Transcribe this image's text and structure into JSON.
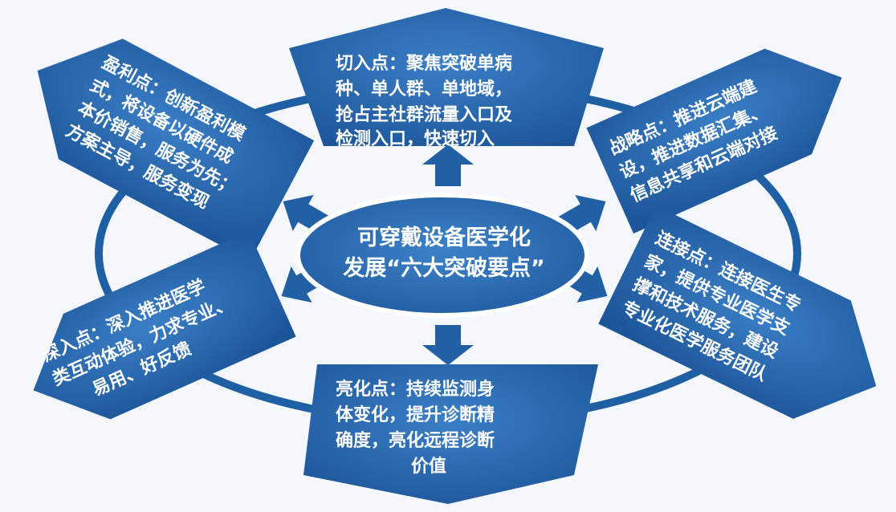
{
  "diagram": {
    "center": {
      "line1": "可穿戴设备医学化",
      "line2": "发展“六大突破要点”"
    },
    "points": {
      "top": {
        "lines": [
          "切入点：聚焦突破单病",
          "种、单人群、单地域，",
          "抢占主社群流量入口及",
          "检测入口，快速切入"
        ]
      },
      "top_right": {
        "lines": [
          "战略点：推进云端建",
          "设，推进数据汇集、",
          "信息共享和云端对接"
        ]
      },
      "bottom_right": {
        "lines": [
          "连接点：连接医生专",
          "家，提供专业医学支",
          "撑和技术服务，建设",
          "专业化医学服务团队"
        ]
      },
      "bottom": {
        "lines": [
          "亮化点：持续监测身",
          "体变化，提升诊断精",
          "确度，亮化远程诊断",
          "价值"
        ]
      },
      "bottom_left": {
        "lines": [
          "深入点：深入推进医学",
          "类互动体验，力求专业、",
          "易用、好反馈"
        ]
      },
      "top_left": {
        "lines": [
          "盈利点：创新盈利模",
          "式，将设备以硬件成",
          "本价销售，服务为先；",
          "方案主导，服务变现"
        ]
      }
    },
    "colors": {
      "shape": "#2260a6",
      "shape_light": "#3f82c8",
      "ring": "#1f5fa4",
      "text": "#ffffff"
    }
  }
}
